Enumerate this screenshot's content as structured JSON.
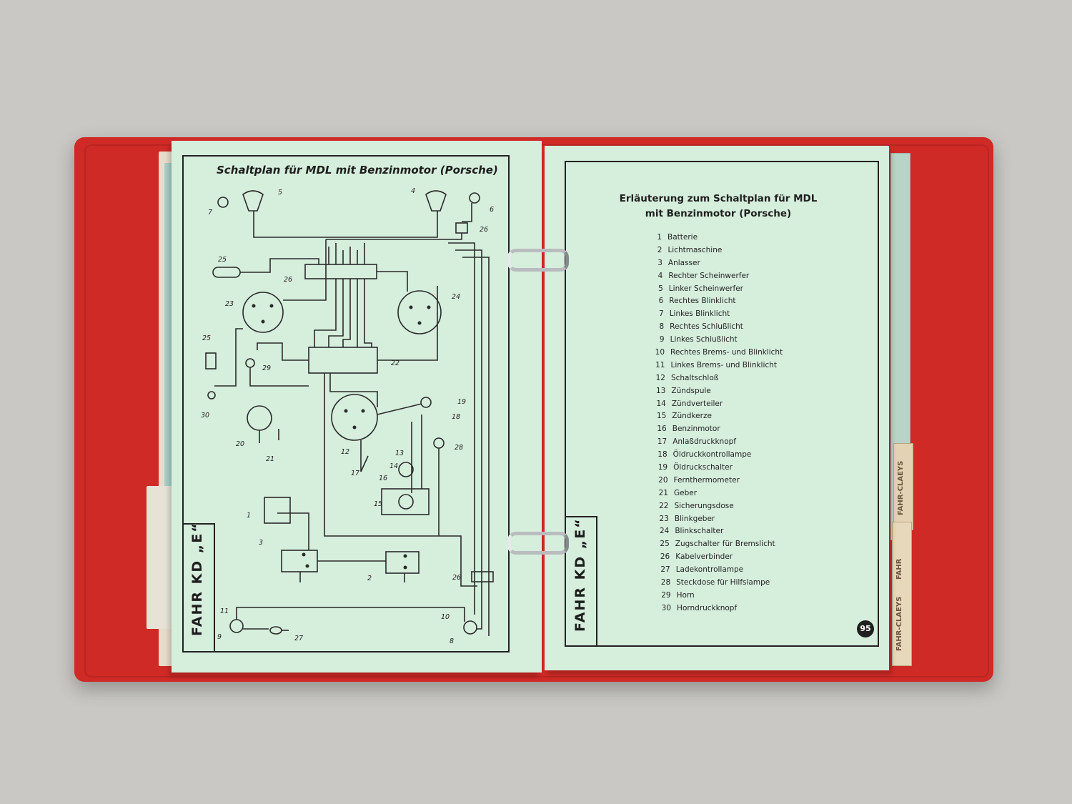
{
  "left_page": {
    "title": "Schaltplan für MDL mit Benzinmotor (Porsche)",
    "side_label": "FAHR KD „E“",
    "diagram_numbers": [
      "1",
      "2",
      "3",
      "4",
      "5",
      "6",
      "7",
      "8",
      "9",
      "10",
      "11",
      "13",
      "14",
      "15",
      "16",
      "17",
      "18",
      "19",
      "20",
      "21",
      "22",
      "23",
      "24",
      "25",
      "25",
      "26",
      "26",
      "26",
      "27",
      "28",
      "29",
      "30",
      "12"
    ]
  },
  "right_page": {
    "title_line1": "Erläuterung zum Schaltplan für MDL",
    "title_line2": "mit Benzinmotor (Porsche)",
    "side_label": "FAHR KD „E“",
    "page_number": "95",
    "legend": [
      {
        "num": "1",
        "label": "Batterie"
      },
      {
        "num": "2",
        "label": "Lichtmaschine"
      },
      {
        "num": "3",
        "label": "Anlasser"
      },
      {
        "num": "4",
        "label": "Rechter Scheinwerfer"
      },
      {
        "num": "5",
        "label": "Linker Scheinwerfer"
      },
      {
        "num": "6",
        "label": "Rechtes Blinklicht"
      },
      {
        "num": "7",
        "label": "Linkes Blinklicht"
      },
      {
        "num": "8",
        "label": "Rechtes Schlußlicht"
      },
      {
        "num": "9",
        "label": "Linkes Schlußlicht"
      },
      {
        "num": "10",
        "label": "Rechtes Brems- und Blinklicht"
      },
      {
        "num": "11",
        "label": "Linkes Brems- und Blinklicht"
      },
      {
        "num": "12",
        "label": "Schaltschloß"
      },
      {
        "num": "13",
        "label": "Zündspule"
      },
      {
        "num": "14",
        "label": "Zündverteiler"
      },
      {
        "num": "15",
        "label": "Zündkerze"
      },
      {
        "num": "16",
        "label": "Benzinmotor"
      },
      {
        "num": "17",
        "label": "Anlaßdruckknopf"
      },
      {
        "num": "18",
        "label": "Öldruckkontrollampe"
      },
      {
        "num": "19",
        "label": "Öldruckschalter"
      },
      {
        "num": "20",
        "label": "Fernthermometer"
      },
      {
        "num": "21",
        "label": "Geber"
      },
      {
        "num": "22",
        "label": "Sicherungsdose"
      },
      {
        "num": "23",
        "label": "Blinkgeber"
      },
      {
        "num": "24",
        "label": "Blinkschalter"
      },
      {
        "num": "25",
        "label": "Zugschalter für Bremslicht"
      },
      {
        "num": "26",
        "label": "Kabelverbinder"
      },
      {
        "num": "27",
        "label": "Ladekontrollampe"
      },
      {
        "num": "28",
        "label": "Steckdose für Hilfslampe"
      },
      {
        "num": "29",
        "label": "Horn"
      },
      {
        "num": "30",
        "label": "Horndruckknopf"
      }
    ]
  },
  "tabs": {
    "tab_upper": "FAHR-CLAEYS",
    "tab_middle": "FAHR",
    "tab_lower": "FAHR-CLAEYS"
  },
  "colors": {
    "folder": "#cf2a26",
    "page": "#d6eedc",
    "ink": "#222222",
    "background": "#c9c8c4"
  }
}
